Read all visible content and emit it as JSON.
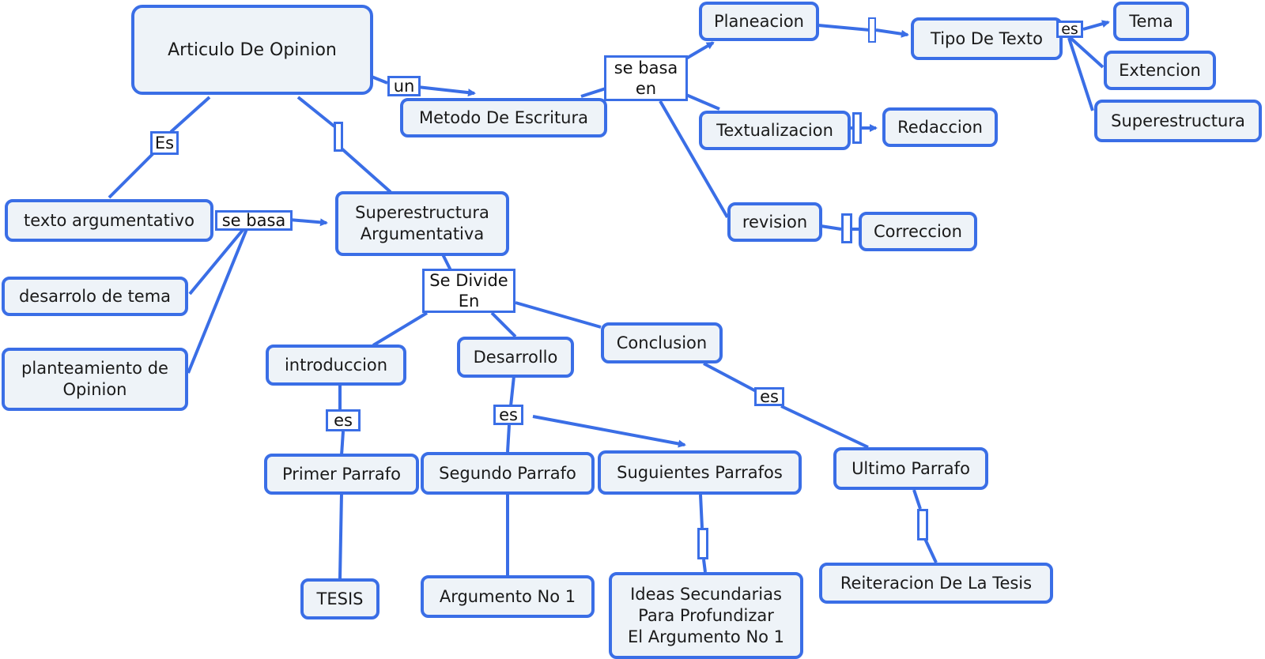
{
  "colors": {
    "accent": "#3a6ee6",
    "node_fill": "#eef3f8"
  },
  "concepts": {
    "articulo": "Articulo De Opinion",
    "metodo": "Metodo De Escritura",
    "planeacion": "Planeacion",
    "tipo": "Tipo De Texto",
    "tema": "Tema",
    "extencion": "Extencion",
    "superestructura": "Superestructura",
    "textualizacion": "Textualizacion",
    "redaccion": "Redaccion",
    "revision": "revision",
    "correccion": "Correccion",
    "texto_arg": "texto argumentativo",
    "desarrolo_tema": "desarrolo de tema",
    "planteamiento": "planteamiento de\nOpinion",
    "super_arg": "Superestructura\nArgumentativa",
    "introduccion": "introduccion",
    "desarrollo": "Desarrollo",
    "conclusion": "Conclusion",
    "primer": "Primer Parrafo",
    "segundo": "Segundo Parrafo",
    "siguientes": "Suguientes Parrafos",
    "ultimo": "Ultimo Parrafo",
    "tesis": "TESIS",
    "argumento": "Argumento No 1",
    "ideas": "Ideas Secundarias\nPara Profundizar\nEl Argumento No 1",
    "reiteracion": "Reiteracion De La Tesis"
  },
  "links": {
    "un": "un",
    "se_basa_en": "se basa\nen",
    "es_tipo": "es",
    "es_main": "Es",
    "se_basa": "se basa",
    "se_divide": "Se Divide\nEn",
    "es_intro": "es",
    "es_desarrollo": "es",
    "es_conclusion": "es"
  }
}
